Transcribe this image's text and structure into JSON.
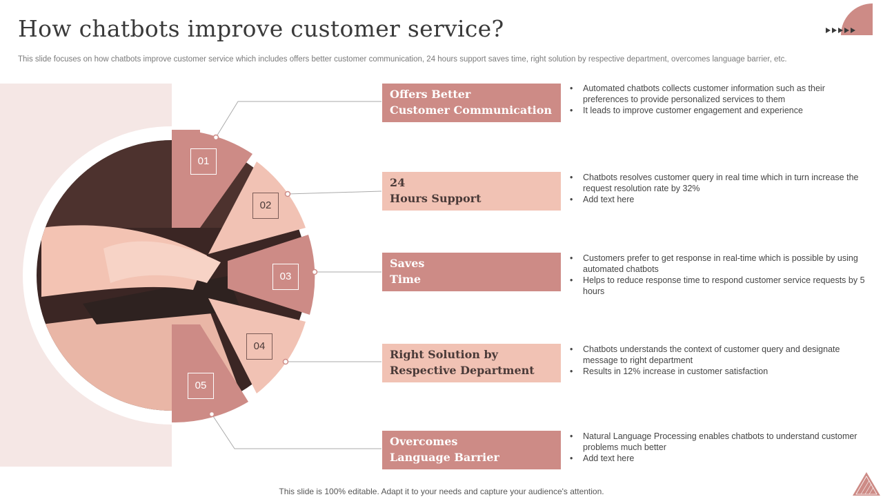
{
  "title": "How chatbots improve customer service?",
  "subtitle": "This slide focuses on how chatbots improve customer service which includes offers better customer communication, 24 hours support saves time, right solution by respective department, overcomes language barrier, etc.",
  "footer": "This slide is 100% editable. Adapt it to your needs and capture your audience's attention.",
  "colors": {
    "dark_segment": "#cd8b86",
    "light_segment": "#f1c2b4",
    "panel": "#f5e7e5"
  },
  "items": [
    {
      "number": "01",
      "label": "Offers Better\nCustomer Communication",
      "bullets": [
        "Automated chatbots collects customer information such as their preferences to provide personalized services to them",
        "It leads to improve customer engagement and experience"
      ]
    },
    {
      "number": "02",
      "label": "24\nHours Support",
      "bullets": [
        "Chatbots resolves customer query in real time which in turn increase the request resolution rate by 32%",
        "Add text here"
      ]
    },
    {
      "number": "03",
      "label": "Saves\nTime",
      "bullets": [
        "Customers prefer to get response in real-time which is possible by using automated chatbots",
        "Helps to reduce response time to respond customer service requests by 5 hours"
      ]
    },
    {
      "number": "04",
      "label": "Right Solution by\nRespective Department",
      "bullets": [
        "Chatbots understands the context of customer query and designate message to right department",
        "Results in 12% increase in customer satisfaction"
      ]
    },
    {
      "number": "05",
      "label": "Overcomes\nLanguage Barrier",
      "bullets": [
        "Natural Language Processing enables chatbots to understand customer problems much better",
        "Add text here"
      ]
    }
  ]
}
